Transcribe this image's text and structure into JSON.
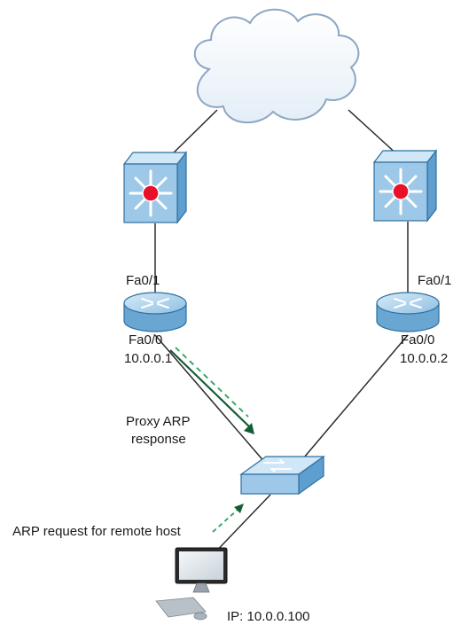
{
  "left_router": {
    "upper_interface": "Fa0/1",
    "lower_interface": "Fa0/0",
    "ip": "10.0.0.1"
  },
  "right_router": {
    "upper_interface": "Fa0/1",
    "lower_interface": "Fa0/0",
    "ip": "10.0.0.2"
  },
  "annotations": {
    "proxy_arp_line1": "Proxy ARP",
    "proxy_arp_line2": "response",
    "arp_request": "ARP request for remote host"
  },
  "host": {
    "ip_label": "IP: 10.0.0.100"
  },
  "colors": {
    "device_fill": "#9ec8e8",
    "device_side": "#5f9fcf",
    "device_stroke": "#2f6f9f",
    "router_core": "#e8102a",
    "arrow_dark": "#145c34",
    "arrow_light": "#27a35a",
    "link": "#2b2b2b"
  }
}
